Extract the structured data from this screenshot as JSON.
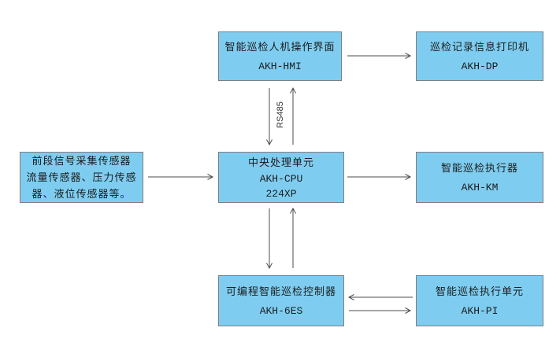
{
  "colors": {
    "background": "#ffffff",
    "box_fill": "#7ecdf0",
    "box_border": "#7f7f7f",
    "arrow": "#4d4d4d",
    "text": "#1c1c1c"
  },
  "nodes": {
    "sensor": {
      "lines": [
        "前段信号采集传感器",
        "流量传感器、压力传感",
        "器、液位传感器等。"
      ]
    },
    "hmi": {
      "title": "智能巡检人机操作界面",
      "code": "AKH-HMI"
    },
    "dp": {
      "title": "巡检记录信息打印机",
      "code": "AKH-DP"
    },
    "cpu": {
      "title": "中央处理单元",
      "code": "AKH-CPU",
      "model": "224XP"
    },
    "km": {
      "title": "智能巡检执行器",
      "code": "AKH-KM"
    },
    "plc": {
      "title": "可编程智能巡检控制器",
      "code": "AKH-6ES"
    },
    "pi": {
      "title": "智能巡检执行单元",
      "code": "AKH-PI"
    }
  },
  "labels": {
    "bus": "RS485"
  },
  "connections": [
    {
      "from": "hmi",
      "to": "dp",
      "type": "one-way"
    },
    {
      "from": "sensor",
      "to": "cpu",
      "type": "one-way"
    },
    {
      "from": "cpu",
      "to": "km",
      "type": "one-way"
    },
    {
      "from": "hmi",
      "to": "cpu",
      "type": "two-way",
      "label": "RS485"
    },
    {
      "from": "cpu",
      "to": "plc",
      "type": "two-way"
    },
    {
      "from": "plc",
      "to": "pi",
      "type": "two-way"
    }
  ]
}
